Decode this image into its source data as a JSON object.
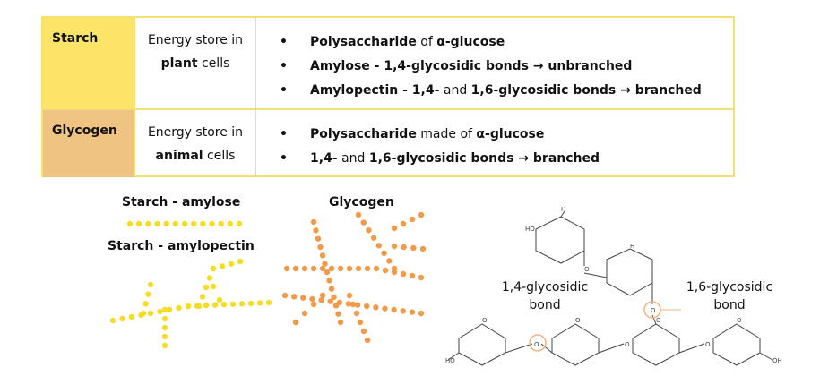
{
  "table": {
    "rows": [
      {
        "name": "Starch",
        "desc_line1": "Energy store in",
        "desc_bold": "plant",
        "desc_rest": " cells",
        "bullets": [
          {
            "b1": "Polysaccharide",
            "t1": " of ",
            "b2": "α-glucose"
          },
          {
            "b1": "Amylose - 1,4-glycosidic bonds → unbranched",
            "t1": "",
            "b2": ""
          },
          {
            "b1": "Amylopectin - 1,4-",
            "t1": " and ",
            "b2": "1,6-glycosidic bonds → branched"
          }
        ]
      },
      {
        "name": "Glycogen",
        "desc_line1": "Energy store in",
        "desc_bold": "animal",
        "desc_rest": " cells",
        "bullets": [
          {
            "b1": "Polysaccharide",
            "t1": " made of ",
            "b2": "α-glucose"
          },
          {
            "b1": "1,4-",
            "t1": " and ",
            "b2": "1,6-glycosidic bonds → branched"
          }
        ]
      }
    ]
  },
  "diagram": {
    "amylose_label": "Starch - amylose",
    "amylopectin_label": "Starch - amylopectin",
    "glycogen_label": "Glycogen",
    "bond14_label": "1,4-glycosidic\nbond",
    "bond16_label": "1,6-glycosidic\nbond",
    "colors": {
      "starch": "#f6dd25",
      "glycogen": "#f29a4a",
      "bond_circle": "#f3b282",
      "structure": "#444444"
    }
  }
}
